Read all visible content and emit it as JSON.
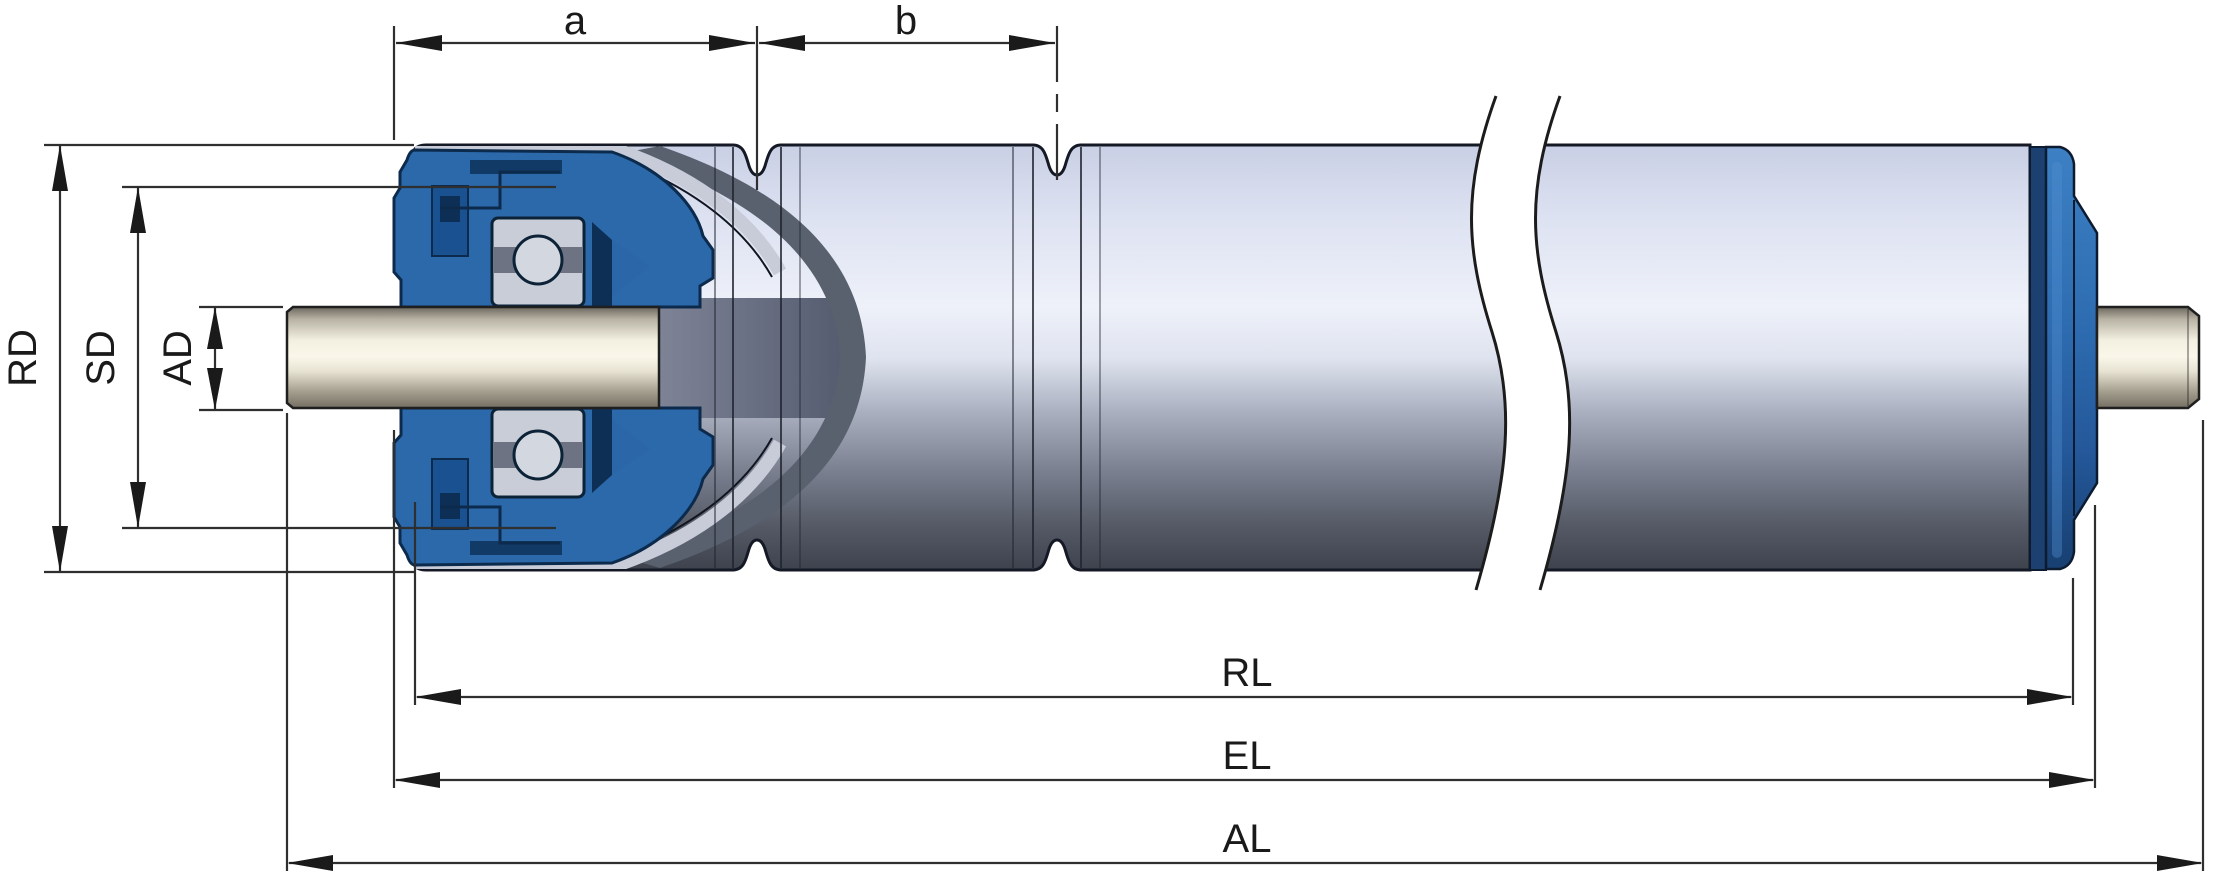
{
  "drawing": {
    "type": "technical-drawing",
    "subject": "conveyor idler roller sectional drawing with bearing housing cutaway, break symbol and dimension callouts"
  },
  "labels": {
    "a": "a",
    "b": "b",
    "rd": "RD",
    "sd": "SD",
    "ad": "AD",
    "rl": "RL",
    "el": "EL",
    "al": "AL"
  },
  "colors": {
    "background": "#ffffff",
    "dimension_lines": "#2f2f2f",
    "outline_navy": "#0c2a4c",
    "housing_blue": "#2b69ab",
    "housing_dark_blue": "#123a66",
    "cap_blue": "#2e6db2",
    "cap_navy_ring": "#1c4070",
    "tube_highlight": "#eef1f9",
    "tube_shadow": "#3d414c",
    "shell_gray": "#c7ccd8",
    "bearing_gray": "#c9cdd8",
    "axle_cream": "#f5f1e2"
  }
}
